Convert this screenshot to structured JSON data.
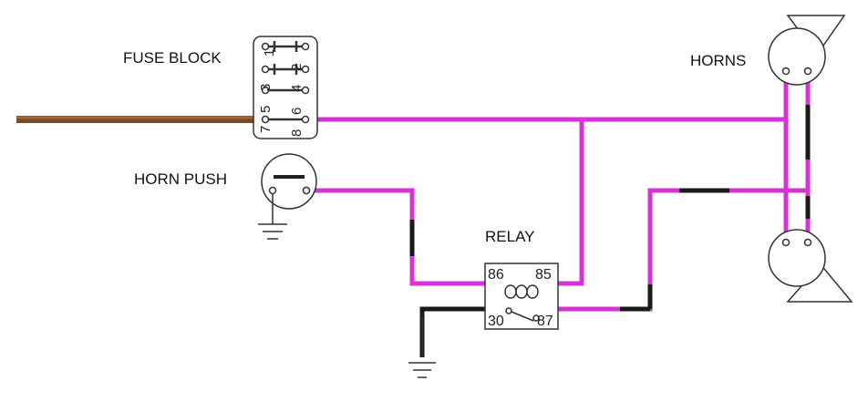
{
  "labels": {
    "fuse_block": "FUSE BLOCK",
    "horn_push": "HORN PUSH",
    "relay": "RELAY",
    "horns": "HORNS"
  },
  "fuse_block": {
    "left_numbers": [
      "5",
      "3",
      "7",
      "1"
    ],
    "bottom_numbers": [
      "8",
      "6",
      "4",
      "2"
    ]
  },
  "relay": {
    "pins": {
      "p86": "86",
      "p85": "85",
      "p30": "30",
      "p87": "87"
    }
  },
  "colors": {
    "wire_magenta": "#d633d6",
    "wire_black": "#1a1a1a",
    "wire_brown": "#8b5a2b",
    "outline": "#333333"
  }
}
